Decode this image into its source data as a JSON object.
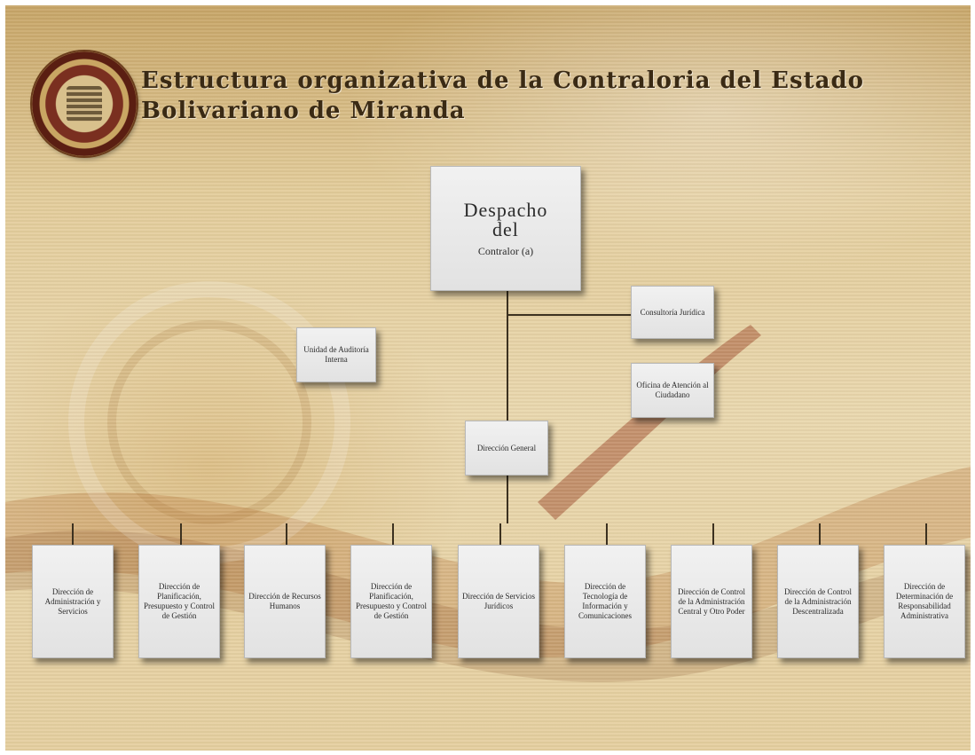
{
  "title": {
    "line1": "Estructura organizativa de la Contraloria del Estado",
    "line2": "Bolivariano de Miranda"
  },
  "top_node": {
    "line1": "Despacho",
    "line2": "del",
    "line3": "Contralor (a)"
  },
  "staff_nodes": [
    "Consultoría Jurídica",
    "Oficina de Atención al Ciudadano",
    "Unidad de Auditoría Interna",
    "Dirección General"
  ],
  "directorates": [
    "Dirección de Administración y Servicios",
    "Dirección de Planificación, Presupuesto y Control de Gestión",
    "Dirección de Recursos Humanos",
    "Dirección de Planificación, Presupuesto y Control de Gestión",
    "Dirección de Servicios Jurídicos",
    "Dirección de Tecnología de Información y Comunicaciones",
    "Dirección de Control de la Administración Central y Otro Poder",
    "Dirección de Control de la Administración Descentralizada",
    "Dirección de Determinación de Responsabilidad Administrativa"
  ],
  "colors": {
    "background": "#e3cc9a",
    "node": "#e9e9e9",
    "connector": "#3c3120",
    "title": "#3a2a14"
  }
}
